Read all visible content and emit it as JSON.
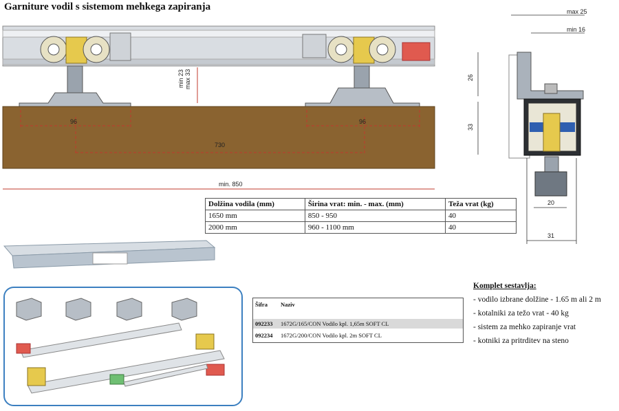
{
  "title": "Garniture vodil s sistemom mehkega zapiranja",
  "dimensions": {
    "d96_left": "96",
    "d96_right": "96",
    "d730": "730",
    "min850": "min. 850",
    "min23": "min 23",
    "max33": "max 33",
    "max25": "max 25",
    "min16": "min 16",
    "d26": "26",
    "d33": "33",
    "d20": "20",
    "d31": "31"
  },
  "spec_table": {
    "headers": [
      "Dolžina vodila (mm)",
      "Širina vrat: min. - max. (mm)",
      "Teža vrat (kg)"
    ],
    "rows": [
      [
        "1650 mm",
        "850 - 950",
        "40"
      ],
      [
        "2000 mm",
        "960 - 1100 mm",
        "40"
      ]
    ]
  },
  "code_table": {
    "headers": [
      "Šifra",
      "Naziv"
    ],
    "rows": [
      [
        "092233",
        "1672G/165/CON Vodilo kpl. 1,65m SOFT CL"
      ],
      [
        "092234",
        "1672G/200/CON Vodilo kpl. 2m SOFT CL"
      ]
    ]
  },
  "kit": {
    "heading": "Komplet sestavlja:",
    "items": [
      "- vodilo izbrane dolžine - 1.65 m ali 2 m",
      "- kotalniki za težo vrat - 40 kg",
      "- sistem za mehko zapiranje vrat",
      "- kotniki za pritrditev na steno"
    ]
  },
  "colors": {
    "wood": "#8a6330",
    "rail": "#d9dde2",
    "blue_frame": "#3b7fc0",
    "dim_red": "#c0392b"
  }
}
